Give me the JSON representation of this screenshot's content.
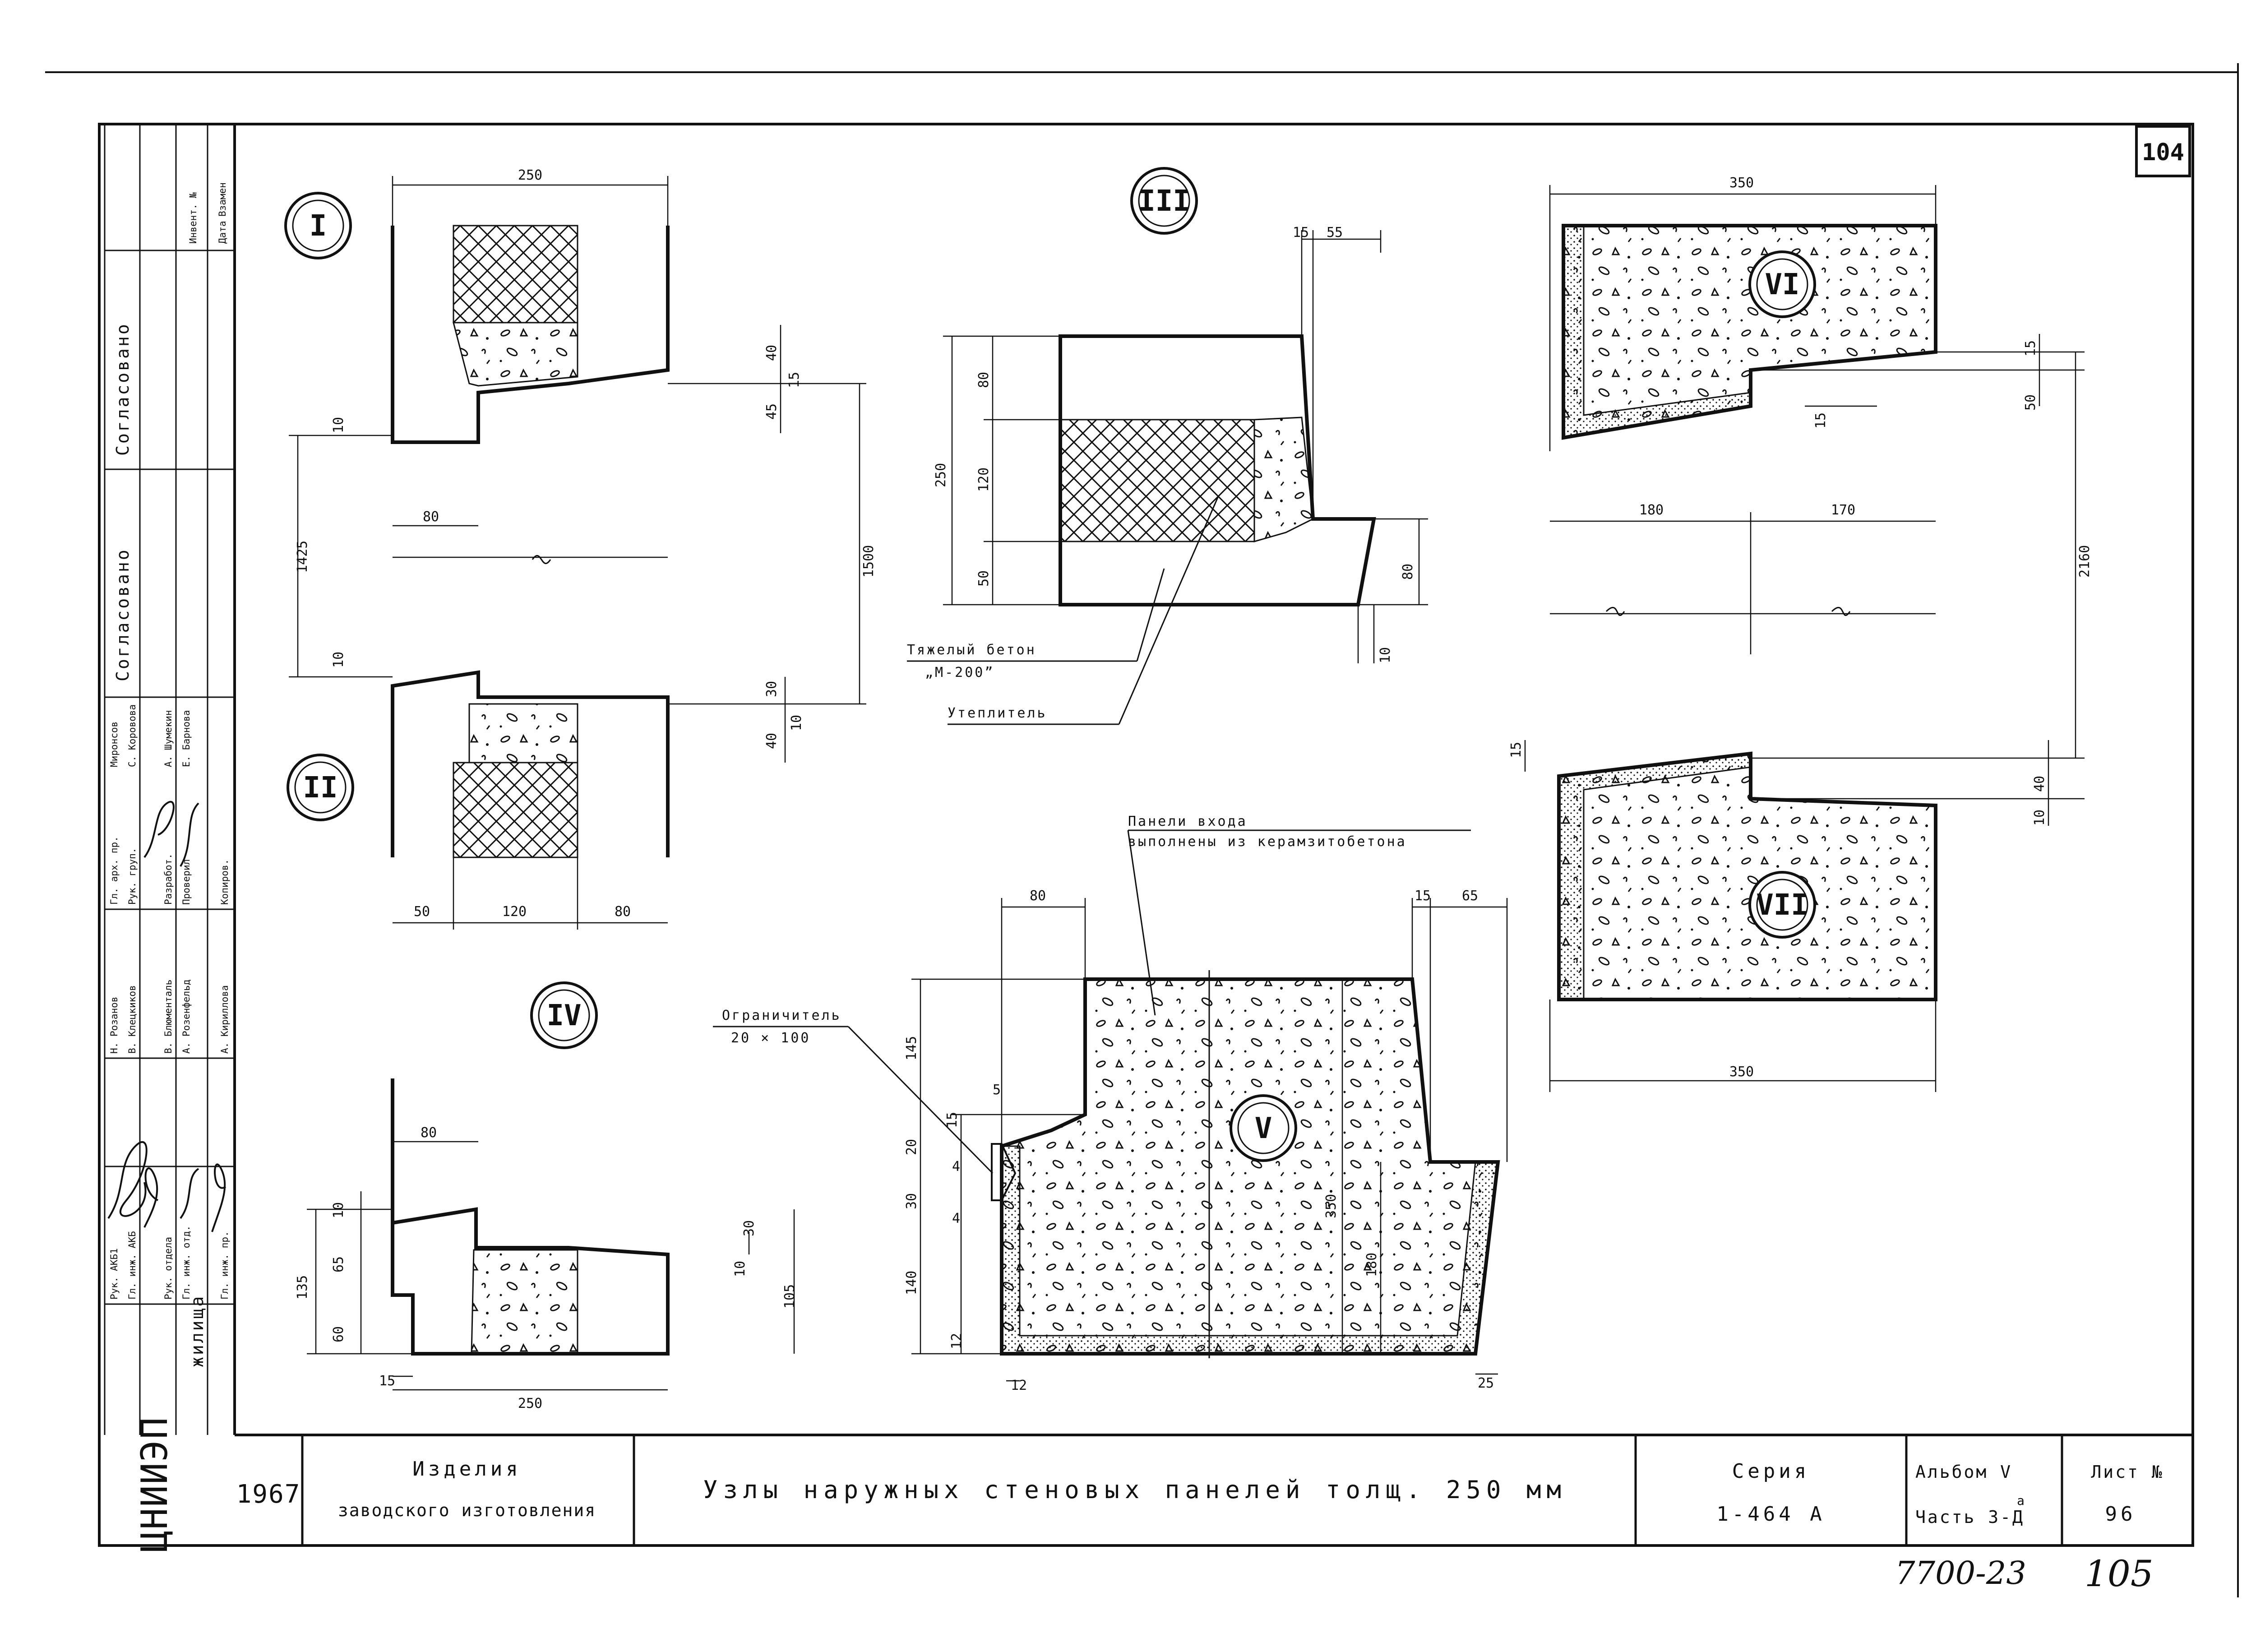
{
  "sheet_corner_number": "104",
  "bottom_handwritten": {
    "code": "7700-23",
    "page": "105"
  },
  "title_block": {
    "org_logo": "ЦНИИЭП",
    "org_sub": "жилища",
    "year": "1967",
    "product_line1": "Изделия",
    "product_line2": "заводского изготовления",
    "drawing_title": "Узлы наружных стеновых панелей толщ. 250 мм",
    "series_label": "Серия",
    "series_value": "1-464 А",
    "album_line": "Альбом V",
    "part_line": "Часть 3-Д",
    "part_superscript": "а",
    "sheet_label": "Лист №",
    "sheet_value": "96"
  },
  "side_stamp": {
    "top_cells": [
      "Дата",
      "Инвент. №",
      "Взамен"
    ],
    "approvals": [
      "Согласовано",
      "Согласовано"
    ],
    "roles": [
      "Рук. АКБ1",
      "Гл. инж. АКБ",
      "Рук. отдела",
      "Гл. инж. отд.",
      "Гл. инж. пр."
    ],
    "names1": [
      "Н. Розанов",
      "В. Клецкиков",
      "В. Блюменталь",
      "А. Розенфельд",
      "А. Кириллова"
    ],
    "roles2": [
      "Гл. арх. пр.",
      "Рук. груп.",
      "Разработ.",
      "Проверил",
      "Копиров."
    ],
    "names2": [
      "Миронсов",
      "С. Коровова",
      "А. Шумекин",
      "Е. Барнова",
      ""
    ]
  },
  "nodes": {
    "n1": "I",
    "n2": "II",
    "n3": "III",
    "n4": "IV",
    "n5": "V",
    "n6": "VI",
    "n7": "VII"
  },
  "dims": {
    "d1_width": "250",
    "d1_40": "40",
    "d1_45": "45",
    "d1_15": "15",
    "d1_10a": "10",
    "d1_80": "80",
    "d1_1425": "1425",
    "d1_1500": "1500",
    "d1_10b": "10",
    "d1_30": "30",
    "d1_40b": "40",
    "d1_10c": "10",
    "d1_50": "50",
    "d1_120": "120",
    "d1_80b": "80",
    "d3_15": "15",
    "d3_55": "55",
    "d3_250": "250",
    "d3_80": "80",
    "d3_120": "120",
    "d3_50": "50",
    "d3_80b": "80",
    "d3_10": "10",
    "d4_80": "80",
    "d4_10": "10",
    "d4_65": "65",
    "d4_135": "135",
    "d4_60": "60",
    "d4_15": "15",
    "d4_250": "250",
    "d4_30": "30",
    "d4_10b": "10",
    "d4_105": "105",
    "d5_80": "80",
    "d5_15": "15",
    "d5_65": "65",
    "d5_145": "145",
    "d5_5": "5",
    "d5_20": "20",
    "d5_15b": "15",
    "d5_4a": "4",
    "d5_30": "30",
    "d5_4b": "4",
    "d5_140": "140",
    "d5_12a": "12",
    "d5_12b": "12",
    "d5_350": "350",
    "d5_180": "180",
    "d5_25": "25",
    "d6_350": "350",
    "d6_15": "15",
    "d6_50": "50",
    "d6_15b": "15",
    "d6_180": "180",
    "d6_170": "170",
    "d6_2160": "2160",
    "d6_15c": "15",
    "d6_40": "40",
    "d6_10": "10",
    "d7_350": "350"
  },
  "callouts": {
    "heavy_concrete_1": "Тяжелый бетон",
    "heavy_concrete_2": "„М-200”",
    "insulation": "Утеплитель",
    "entry_panels_1": "Панели входа",
    "entry_panels_2": "выполнены из керамзитобетона",
    "limiter_1": "Ограничитель",
    "limiter_2": "20 × 100"
  },
  "colors": {
    "ink": "#111111",
    "paper": "#ffffff"
  }
}
